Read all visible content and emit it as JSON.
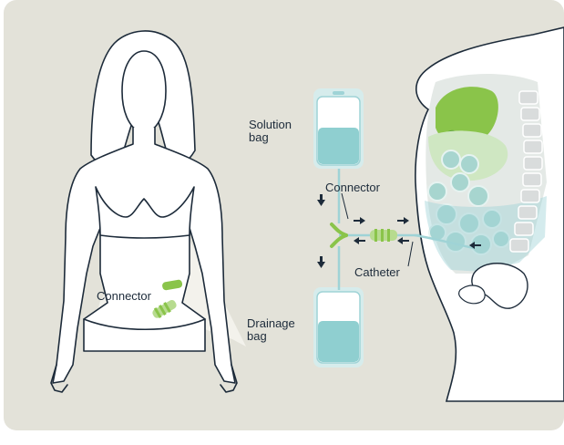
{
  "labels": {
    "solution_bag": "Solution\nbag",
    "connector_top": "Connector",
    "catheter": "Catheter",
    "drainage_bag": "Drainage\nbag",
    "connector_left": "Connector"
  },
  "colors": {
    "background": "#e3e2d9",
    "outline": "#1d2b3a",
    "bag_fill": "#bfe3e1",
    "bag_liquid": "#8fcfd0",
    "tube": "#9fd3d6",
    "connector": "#8ac44a",
    "arrow": "#1d2b3a",
    "organ_green": "#8ac44a",
    "organ_light": "#cfe7c2",
    "intestine": "#a7d5cf",
    "bone": "#d9dcdc"
  }
}
